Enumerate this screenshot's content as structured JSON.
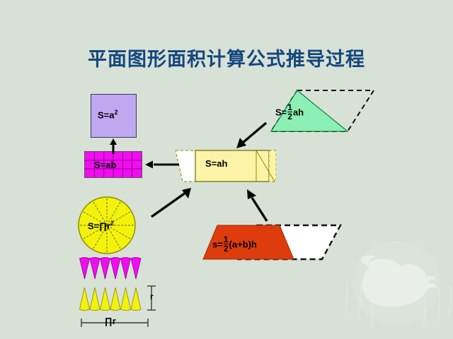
{
  "slide": {
    "title": "平面图形面积计算公式推导过程",
    "background_color": "#d7e1d6",
    "title_color": "#15477e"
  },
  "watermark": {
    "name": "phoenix-watermark",
    "color": "#ffffff"
  },
  "figures": [
    {
      "id": "square",
      "name": "square-figure",
      "label": "S=a",
      "exponent": "2",
      "fill_color": "#bfa8f0",
      "stroke_color": "#3a3a5a",
      "description": "square"
    },
    {
      "id": "rectangle",
      "name": "rectangle-figure",
      "label": "S=ab",
      "fill_color": "#f20cf2",
      "stroke_color": "#555555",
      "description": "rectangle with grid"
    },
    {
      "id": "circle",
      "name": "circle-figure",
      "label": "S=∏r",
      "exponent": "2",
      "fill_color": "#f2f20c",
      "stroke_color": "#8a8a00",
      "description": "circle divided into sectors"
    },
    {
      "id": "parallelogram",
      "name": "parallelogram-figure",
      "label": "S=ah",
      "fill_color": "#fdf3a8",
      "stroke_color": "#8a8a00",
      "description": "parallelogram cut to rectangle"
    },
    {
      "id": "triangle",
      "name": "triangle-figure",
      "label_prefix": "S=",
      "numerator": "1",
      "denominator": "2",
      "label_suffix": "ah",
      "fill_color": "#8cf0b4",
      "stroke_color": "#1b7a45",
      "description": "triangle doubled into parallelogram"
    },
    {
      "id": "trapezoid",
      "name": "trapezoid-figure",
      "label_prefix": "s=",
      "numerator": "1",
      "denominator": "2",
      "label_suffix": "(a+b)h",
      "fill_color": "#de3c0c",
      "stroke_color": "#a02a06",
      "description": "trapezoid doubled into parallelogram"
    }
  ],
  "wedges": {
    "top_row": {
      "name": "magenta-wedge-row",
      "count": 6,
      "color": "#f20cf2",
      "direction": "down"
    },
    "bottom_row": {
      "name": "yellow-wedge-row",
      "count": 6,
      "color": "#f2f20c",
      "direction": "up"
    }
  },
  "dimensions": {
    "height_label": "r",
    "width_label": "∏r"
  },
  "arrows": [
    {
      "name": "arrow-rect-to-square",
      "direction": "up"
    },
    {
      "name": "arrow-parallelogram-to-rect",
      "direction": "left"
    },
    {
      "name": "arrow-circle-to-parallelogram",
      "direction": "up-right"
    },
    {
      "name": "arrow-triangle-to-parallelogram",
      "direction": "down-left"
    },
    {
      "name": "arrow-trapezoid-to-parallelogram",
      "direction": "up-left"
    }
  ]
}
